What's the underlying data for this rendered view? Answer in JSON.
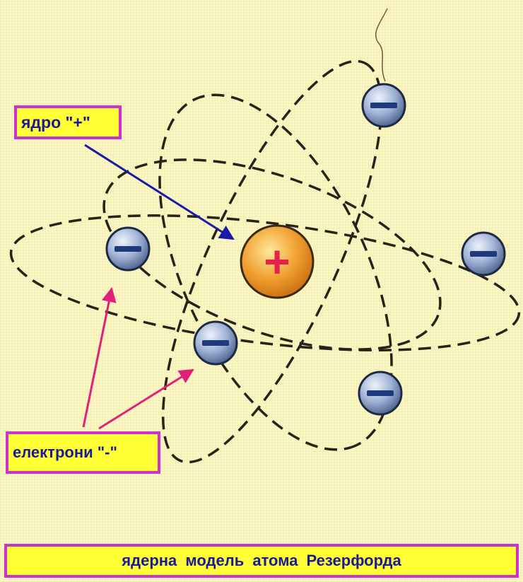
{
  "labels": {
    "nucleus": "ядро \"+\"",
    "electrons": "електрони \"-\"",
    "caption": "ядерна модель атома Резерфорда"
  },
  "symbols": {
    "nucleus_sign": "+",
    "electron_sign": "−"
  },
  "colors": {
    "background": "#fbf7c2",
    "label_fill": "#ffff33",
    "label_border": "#cc33cc",
    "label_text": "#1a1a99",
    "nucleus": "#f0a030",
    "nucleus_sign": "#e8204a",
    "electron": "#8fa3c8",
    "nucleus_arrow": "#1a1aa8",
    "electron_arrow": "#e0207a",
    "orbit": "#2a2218"
  },
  "icons": {
    "nucleus": "nucleus-icon",
    "electron": "electron-icon"
  }
}
